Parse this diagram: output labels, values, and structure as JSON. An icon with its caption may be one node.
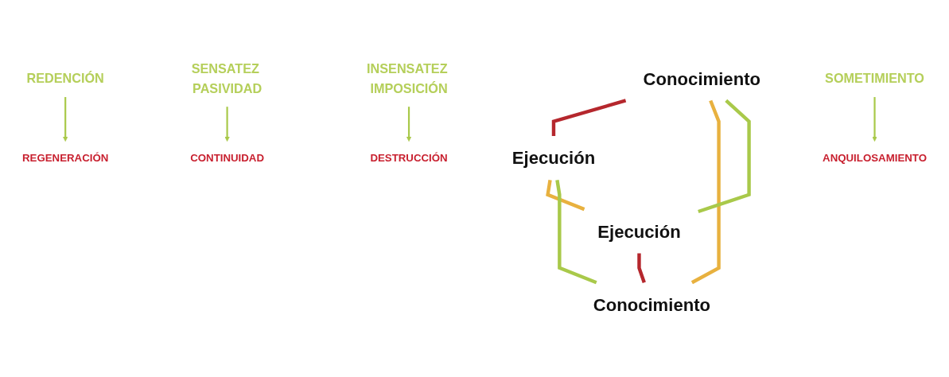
{
  "diagram": {
    "nodes": [
      {
        "text": [
          "Conocimiento"
        ]
      },
      {
        "text": [
          "Ejecución"
        ]
      },
      {
        "text": [
          "Ejecución"
        ]
      },
      {
        "text": [
          "Conocimiento"
        ]
      },
      {
        "text": [
          "REDENCIÓN"
        ]
      },
      {
        "text": [
          "REGENERACIÓN"
        ]
      },
      {
        "text": [
          "SENSATEZ PASIVIDAD"
        ]
      },
      {
        "text": [
          "CONTINUIDAD"
        ]
      },
      {
        "text": [
          "INSENSATEZ IMPOSICIÓN"
        ]
      },
      {
        "text": [
          "DESTRUCCIÓN"
        ]
      },
      {
        "text": [
          "SOMETIMIENTO"
        ]
      },
      {
        "text": [
          "ANQUILOSAMIENTO"
        ]
      }
    ],
    "edges": [
      {
        "from": 0,
        "to": 1,
        "arrow": "none",
        "color": "#b5272d"
      },
      {
        "from": 2,
        "to": 3,
        "arrow": "none",
        "color": "#b5272d"
      },
      {
        "from": 0,
        "to": 3,
        "arrow": "none",
        "color": "#e8b13f"
      },
      {
        "from": 1,
        "to": 2,
        "arrow": "none",
        "color": "#e8b13f"
      },
      {
        "from": 0,
        "to": 2,
        "arrow": "none"
      },
      {
        "from": 1,
        "to": 3,
        "arrow": "none"
      },
      {
        "from": 4,
        "to": 5,
        "arrow": "to"
      },
      {
        "from": 6,
        "to": 7,
        "arrow": "to"
      },
      {
        "from": 8,
        "to": 9,
        "arrow": "to"
      },
      {
        "from": 10,
        "to": 11,
        "arrow": "to"
      }
    ]
  }
}
